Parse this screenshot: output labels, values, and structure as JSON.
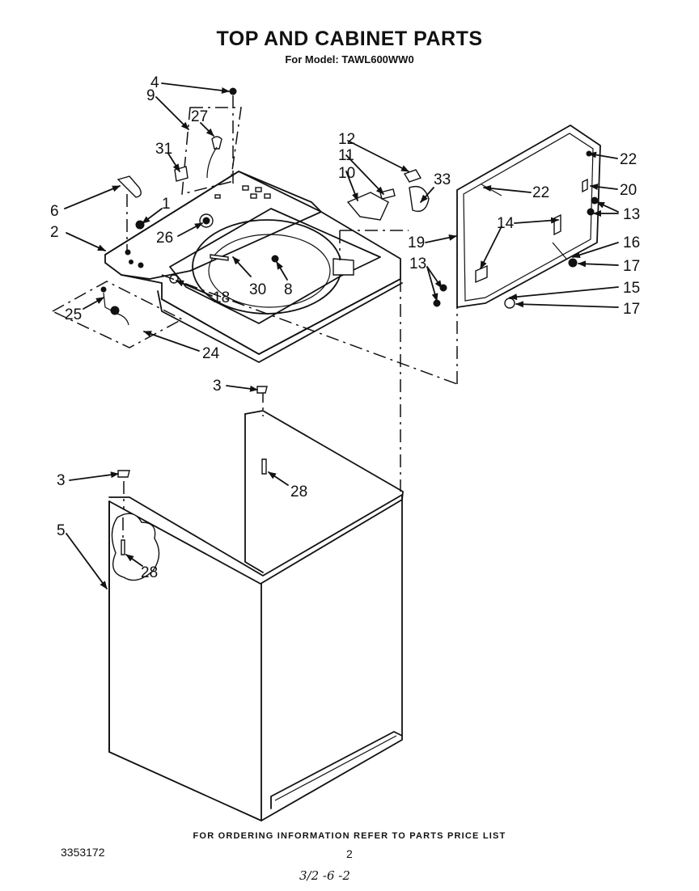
{
  "header": {
    "title": "TOP AND CABINET PARTS",
    "subtitle": "For Model: TAWL600WW0"
  },
  "footer": {
    "ordering_note": "FOR ORDERING INFORMATION REFER TO PARTS PRICE LIST",
    "doc_number": "3353172",
    "page_number": "2",
    "date_code": "3/2 -6 -2"
  },
  "callouts": {
    "c1": "1",
    "c2": "2",
    "c3a": "3",
    "c3b": "3",
    "c4": "4",
    "c5": "5",
    "c6": "6",
    "c8": "8",
    "c9": "9",
    "c10": "10",
    "c11": "11",
    "c12": "12",
    "c13a": "13",
    "c13b": "13",
    "c14": "14",
    "c15": "15",
    "c16": "16",
    "c17a": "17",
    "c17b": "17",
    "c18": "18",
    "c19": "19",
    "c20": "20",
    "c22a": "22",
    "c22b": "22",
    "c24": "24",
    "c25": "25",
    "c26": "26",
    "c27": "27",
    "c28a": "28",
    "c28b": "28",
    "c30": "30",
    "c31": "31",
    "c33": "33"
  }
}
